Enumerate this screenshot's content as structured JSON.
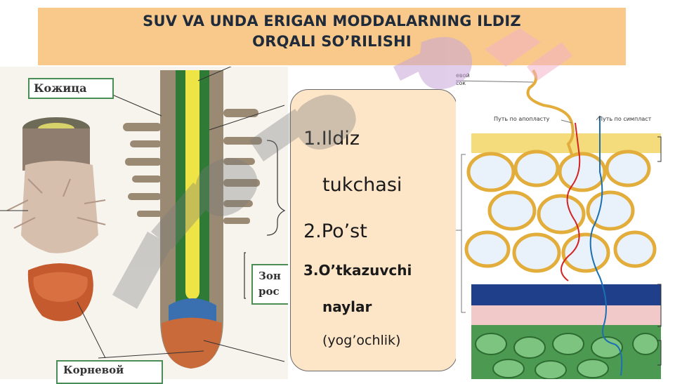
{
  "title": {
    "line1": "SUV VA UNDA ERIGAN MODDALARNING ILDIZ",
    "line2": "ORQALI SO’RILISHI"
  },
  "left_figure": {
    "label_top": "Кожица",
    "label_middle_line1": "Зон",
    "label_middle_line2": "рос",
    "label_bottom": "Корневой"
  },
  "list": {
    "item1_line1": "1.Ildiz",
    "item1_line2": "tukchasi",
    "item2": "2.Po’st",
    "item3_line1": "3.O’tkazuvchi",
    "item3_line2": "naylar",
    "item3_line3": "(yog’ochlik)"
  },
  "right_figure": {
    "label_sap1": "евой",
    "label_sap2": "сок",
    "label_apoplast": "Путь по апопласту",
    "label_symplast": "Путь по симпласт"
  },
  "colors": {
    "title_bg": "#f8c98a",
    "card_bg": "#fde5c8",
    "accent_green": "#4a8d55",
    "watermark": "#7a7a7a"
  }
}
